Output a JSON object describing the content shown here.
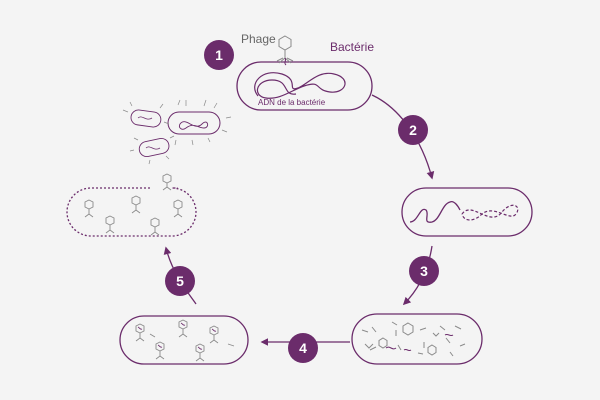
{
  "labels": {
    "phage": "Phage",
    "bacterie": "Bactérie",
    "adn": "ADN de la bactérie"
  },
  "steps": [
    "1",
    "2",
    "3",
    "4",
    "5"
  ],
  "colors": {
    "accent": "#6b2c6b",
    "phage_gray": "#8a8a8a",
    "background": "#f4f4f4"
  }
}
